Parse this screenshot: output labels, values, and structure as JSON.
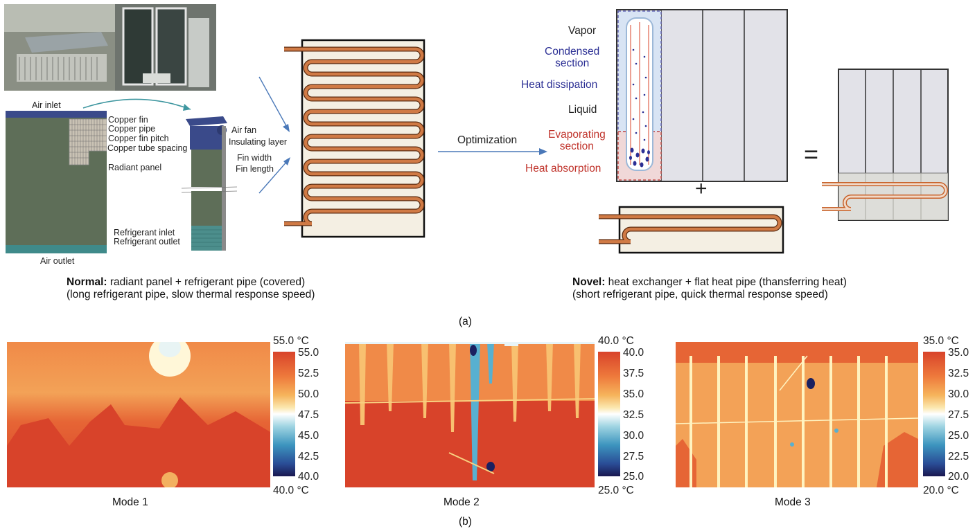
{
  "panel_a": {
    "normal_labels": {
      "air_inlet": "Air inlet",
      "air_outlet": "Air outlet",
      "copper_fin": "Copper fin",
      "copper_pipe": "Copper pipe",
      "copper_fin_pitch": "Copper fin pitch",
      "copper_tube_spacing": "Copper tube spacing",
      "radiant_panel": "Radiant panel",
      "refrigerant_inlet": "Refrigerant inlet",
      "refrigerant_outlet": "Refrigerant outlet",
      "air_fan": "Air fan",
      "insulating_layer": "Insulating layer",
      "fin_width": "Fin width",
      "fin_length": "Fin length"
    },
    "optimization": "Optimization",
    "heat_pipe_labels": {
      "vapor": "Vapor",
      "condensed_section": "Condensed\nsection",
      "heat_dissipation": "Heat dissipation",
      "liquid": "Liquid",
      "evaporating_section": "Evaporating\nsection",
      "heat_absorption": "Heat absorption"
    },
    "plus": "+",
    "equals": "=",
    "normal_caption": {
      "bold": "Normal:",
      "line1": " radiant panel + refrigerant pipe (covered)",
      "line2": "(long refrigerant pipe, slow thermal response speed)"
    },
    "novel_caption": {
      "bold": "Novel:",
      "line1": " heat exchanger + flat heat pipe (thansferring heat)",
      "line2": "(short refrigerant pipe, quick thermal response speed)"
    },
    "label": "(a)"
  },
  "panel_b": {
    "label": "(b)",
    "modes": [
      {
        "name": "Mode 1",
        "max_label": "55.0 °C",
        "min_label": "40.0 °C",
        "ticks": [
          "55.0",
          "52.5",
          "50.0",
          "47.5",
          "45.0",
          "42.5",
          "40.0"
        ]
      },
      {
        "name": "Mode 2",
        "max_label": "40.0 °C",
        "min_label": "25.0 °C",
        "ticks": [
          "40.0",
          "37.5",
          "35.0",
          "32.5",
          "30.0",
          "27.5",
          "25.0"
        ]
      },
      {
        "name": "Mode 3",
        "max_label": "35.0 °C",
        "min_label": "20.0 °C",
        "ticks": [
          "35.0",
          "32.5",
          "30.0",
          "27.5",
          "25.0",
          "22.5",
          "20.0"
        ]
      }
    ]
  },
  "colors": {
    "pipe": "#c8622a",
    "arrow_blue": "#4a78b8",
    "heat_red": "#d8432a",
    "label_blue": "#2b2f94",
    "label_red": "#c0332b"
  }
}
